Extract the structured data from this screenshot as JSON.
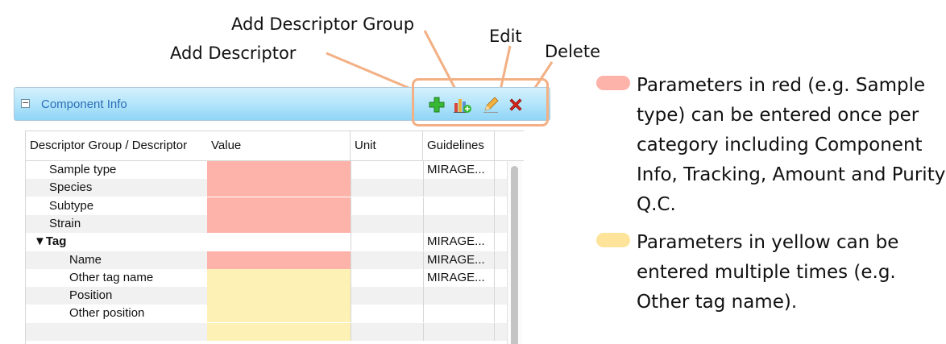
{
  "callouts": {
    "add_descriptor_group": "Add Descriptor Group",
    "edit": "Edit",
    "add_descriptor": "Add Descriptor",
    "delete": "Delete"
  },
  "panel": {
    "title": "Component Info",
    "collapse_symbol": "−",
    "toolbar": {
      "add_descriptor_icon": "green-plus-icon",
      "add_group_icon": "bar-chart-plus-icon",
      "edit_icon": "pencil-icon",
      "delete_icon": "red-x-icon"
    }
  },
  "grid": {
    "columns": [
      "Descriptor Group / Descriptor",
      "Value",
      "Unit",
      "Guidelines"
    ],
    "rows": [
      {
        "name": "Sample type",
        "indent": 1,
        "bold": false,
        "value": "",
        "unit": "",
        "guideline": "MIRAGE...",
        "color": "red"
      },
      {
        "name": "Species",
        "indent": 1,
        "bold": false,
        "value": "",
        "unit": "",
        "guideline": "",
        "color": "red"
      },
      {
        "name": "Subtype",
        "indent": 1,
        "bold": false,
        "value": "",
        "unit": "",
        "guideline": "",
        "color": "red"
      },
      {
        "name": "Strain",
        "indent": 1,
        "bold": false,
        "value": "",
        "unit": "",
        "guideline": "",
        "color": "red"
      },
      {
        "name": "▼Tag",
        "indent": 0,
        "bold": true,
        "value": "",
        "unit": "",
        "guideline": "MIRAGE...",
        "color": "white"
      },
      {
        "name": "Name",
        "indent": 2,
        "bold": false,
        "value": "",
        "unit": "",
        "guideline": "MIRAGE...",
        "color": "red"
      },
      {
        "name": "Other tag name",
        "indent": 2,
        "bold": false,
        "value": "",
        "unit": "",
        "guideline": "MIRAGE...",
        "color": "yellow"
      },
      {
        "name": "Position",
        "indent": 2,
        "bold": false,
        "value": "",
        "unit": "",
        "guideline": "",
        "color": "yellow"
      },
      {
        "name": "Other position",
        "indent": 2,
        "bold": false,
        "value": "",
        "unit": "",
        "guideline": "",
        "color": "yellow"
      },
      {
        "name": "",
        "indent": 2,
        "bold": false,
        "value": "",
        "unit": "",
        "guideline": "",
        "color": "yellow"
      }
    ]
  },
  "legend": [
    {
      "color": "#fdb3aa",
      "text": "Parameters in red (e.g. Sample type) can be entered once per category including Component Info, Tracking, Amount and Purity Q.C."
    },
    {
      "color": "#fde49a",
      "text": "Parameters in yellow can be entered multiple times (e.g. Other tag name)."
    }
  ]
}
